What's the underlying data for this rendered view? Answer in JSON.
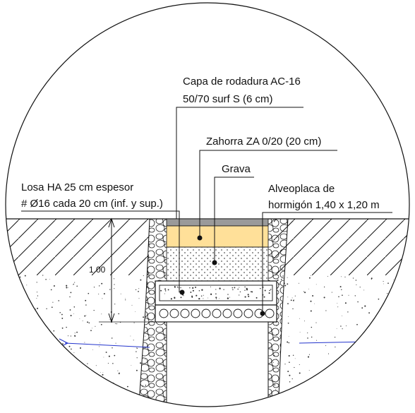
{
  "labels": {
    "capa_rodadura_line1": "Capa de rodadura AC-16",
    "capa_rodadura_line2": "50/70 surf S  (6 cm)",
    "zahorra": "Zahorra ZA 0/20 (20 cm)",
    "grava": "Grava",
    "losa_line1": "Losa HA 25 cm espesor",
    "losa_line2": "# Ø16 cada 20 cm (inf. y sup.)",
    "alveoplaca_line1": "Alveoplaca de",
    "alveoplaca_line2": "hormigón 1,40 x 1,20 m"
  },
  "dimension": {
    "depth_label": "1.00"
  },
  "colors": {
    "asphalt": "#9a9a9a",
    "zahorra": "#ffe099",
    "line": "#111111",
    "blue_line": "#2233cc"
  }
}
